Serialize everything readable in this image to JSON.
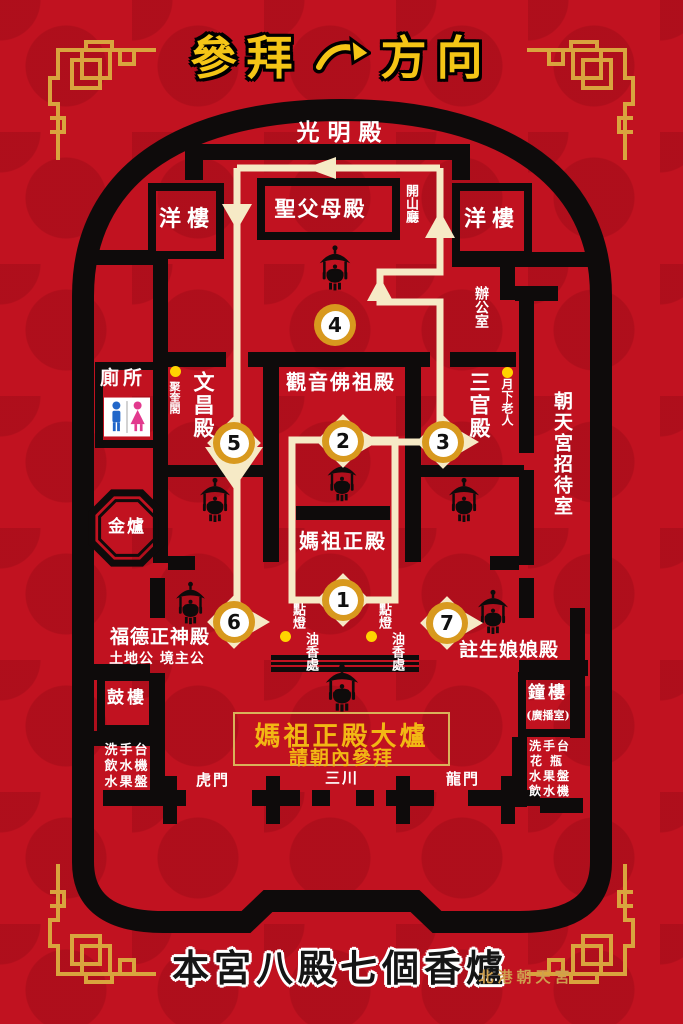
{
  "title": {
    "prefix": "參拜",
    "suffix": "方向"
  },
  "halls": {
    "guangming": "光明殿",
    "yanglou_left": "洋樓",
    "yanglou_right": "洋樓",
    "shengfumu": "聖父母殿",
    "kaishanting": "開山廳",
    "bangongshi": "辦公室",
    "cesuo": "廁所",
    "wenchang": "文昌殿",
    "jukuige": "聚奎閣",
    "guanyin": "觀音佛祖殿",
    "sanguan": "三官殿",
    "yuexialaoren": "月下老人",
    "zhaodaishi": "朝天宮招待室",
    "jinlu": "金爐",
    "mazu": "媽祖正殿",
    "fude": "福德正神殿",
    "fude_sub": "土地公 境主公",
    "zhusheng": "註生娘娘殿",
    "gulou": "鼓樓",
    "zhonglou": "鐘樓",
    "zhonglou_sub": "(廣播室)",
    "diandeng": "點燈",
    "youxiangchu": "油香處"
  },
  "facilities": {
    "left": [
      "洗手台",
      "飲水機",
      "水果盤"
    ],
    "right": [
      "洗手台",
      "花瓶",
      "水果盤",
      "飲水機"
    ]
  },
  "gates": {
    "left": "虎門",
    "center": "三川",
    "right": "龍門"
  },
  "notice": {
    "line1": "媽祖正殿大爐",
    "line2": "請朝內參拜"
  },
  "footer": {
    "text": "本宮八殿七個香爐",
    "credit": "北港朝天宮"
  },
  "markers": [
    {
      "number": "1"
    },
    {
      "number": "2"
    },
    {
      "number": "3"
    },
    {
      "number": "4"
    },
    {
      "number": "5"
    },
    {
      "number": "6"
    },
    {
      "number": "7"
    }
  ],
  "colors": {
    "background_red": "#c11220",
    "wall_black": "#0e0b0b",
    "path_cream": "#f6eac6",
    "marker_gold": "#d8991e",
    "title_gold": "#f4c516",
    "notice_gold": "#f2b714",
    "dot_yellow": "#ffd400",
    "label_white": "#ffffff",
    "corner_gold": "#d9a43e",
    "toilet_blue": "#2166c9",
    "toilet_pink": "#e23a8e"
  }
}
